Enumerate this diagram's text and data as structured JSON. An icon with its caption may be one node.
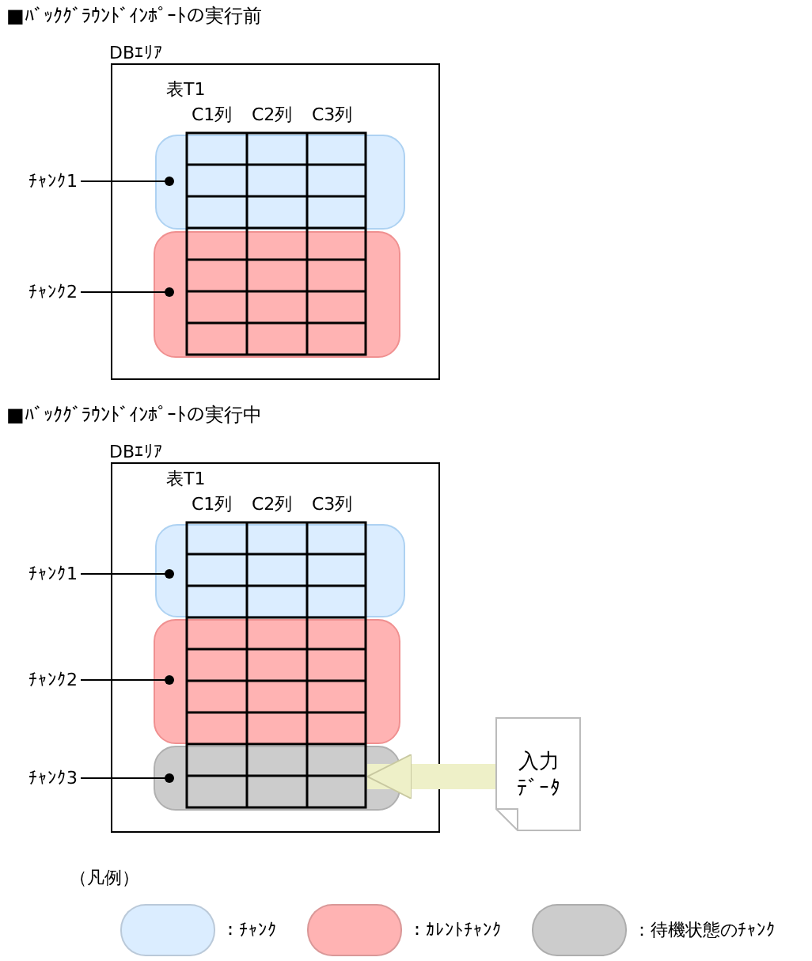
{
  "diagram": {
    "nodes": [
      {
        "text": [
          "DBｴﾘｱ"
        ]
      },
      {
        "text": [
          "ﾁｬﾝｸ1"
        ]
      },
      {
        "text": [],
        "shape": "box",
        "in": 0
      },
      {
        "text": [
          "ﾁｬﾝｸ2"
        ]
      },
      {
        "text": [],
        "shape": "box",
        "in": 0
      },
      {
        "text": [
          "DBｴﾘｱ"
        ]
      },
      {
        "text": [
          "ﾁｬﾝｸ1"
        ]
      },
      {
        "text": [],
        "shape": "box",
        "in": 5
      },
      {
        "text": [
          "ﾁｬﾝｸ2"
        ]
      },
      {
        "text": [],
        "shape": "box",
        "in": 5
      },
      {
        "text": [
          "ﾁｬﾝｸ3"
        ]
      },
      {
        "text": [],
        "shape": "box",
        "in": 5
      },
      {
        "text": [
          "入力ﾃﾞｰﾀ"
        ]
      }
    ],
    "edges": [
      {
        "from": 1,
        "to": 2,
        "arrow": "other"
      },
      {
        "from": 3,
        "to": 4,
        "arrow": "other"
      },
      {
        "from": 6,
        "to": 7,
        "arrow": "other"
      },
      {
        "from": 8,
        "to": 9,
        "arrow": "other"
      },
      {
        "from": 10,
        "to": 11,
        "arrow": "other"
      },
      {
        "from": 12,
        "to": 11,
        "arrow": "to",
        "style": "thick",
        "color": "#eef0c8"
      }
    ],
    "labels": [
      "■ﾊﾞｯｸｸﾞﾗｳﾝﾄﾞｲﾝﾎﾟｰﾄの実行前",
      "表T1",
      "C1列",
      "C2列",
      "C3列",
      "■ﾊﾞｯｸｸﾞﾗｳﾝﾄﾞｲﾝﾎﾟｰﾄの実行中",
      "表T1",
      "C1列",
      "C2列",
      "C3列",
      "（凡例）"
    ],
    "legend": [
      {
        "text": "：ﾁｬﾝｸ",
        "color": "#dbedff"
      },
      {
        "text": "：ｶﾚﾝﾄﾁｬﾝｸ",
        "color": "#ffb3b3"
      },
      {
        "text": "：待機状態のﾁｬﾝｸ",
        "color": "#cccccc"
      }
    ]
  }
}
